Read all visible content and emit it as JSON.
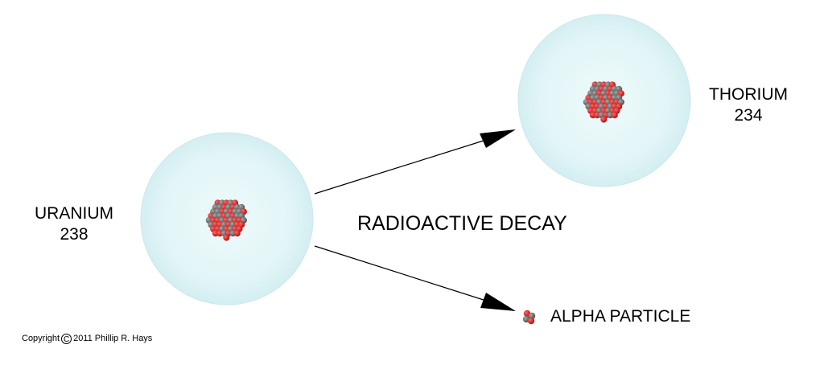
{
  "labels": {
    "uranium": {
      "name": "URANIUM",
      "mass": "238"
    },
    "thorium": {
      "name": "THORIUM",
      "mass": "234"
    },
    "process": "RADIOACTIVE DECAY",
    "alpha": "ALPHA PARTICLE"
  },
  "copyright": {
    "prefix": "Copyright",
    "symbol": "C",
    "text": "2011 Phillip R. Hays"
  },
  "colors": {
    "electron_cloud": "#e2f5f7",
    "electron_cloud_edge": "#c9e6ea",
    "proton": "#d01818",
    "neutron": "#6e6e6e",
    "arrow": "#000000"
  }
}
